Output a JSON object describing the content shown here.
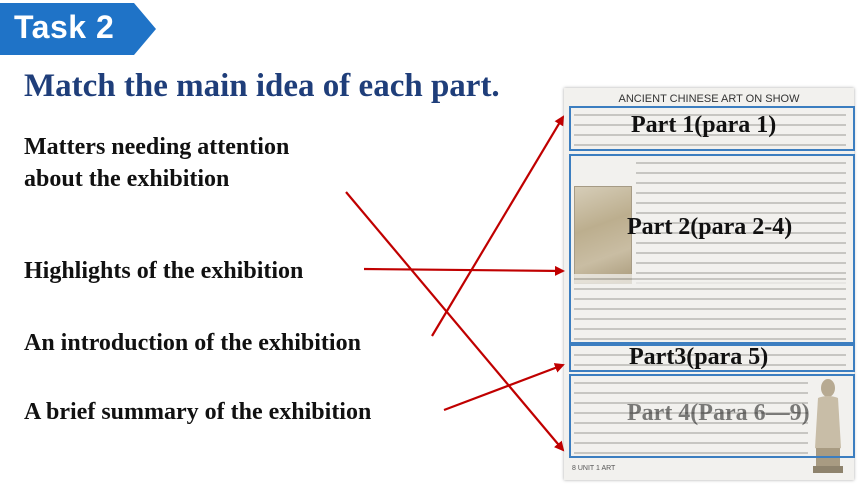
{
  "task": {
    "label": "Task 2",
    "badge_color": "#1f73c7"
  },
  "title": "Match the main idea of each part.",
  "ideas": [
    {
      "line1": "Matters needing attention",
      "line2": "about the exhibition"
    },
    {
      "line1": "Highlights of the exhibition"
    },
    {
      "line1": "An introduction of the exhibition"
    },
    {
      "line1": "A brief summary of the exhibition"
    }
  ],
  "article": {
    "heading": "ANCIENT CHINESE ART ON SHOW",
    "footer": "8   UNIT 1 ART"
  },
  "parts": [
    {
      "label": "Part 1(para 1)"
    },
    {
      "label": "Part 2(para 2-4)"
    },
    {
      "label": "Part3(para 5)"
    },
    {
      "label": "Part 4(Para 6—9)"
    }
  ],
  "colors": {
    "arrow": "#c00000",
    "box": "#3c7ec0",
    "title": "#1f3e7a"
  }
}
